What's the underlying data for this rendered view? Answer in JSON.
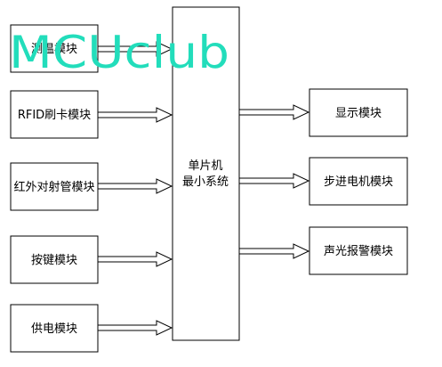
{
  "diagram": {
    "inputs": [
      {
        "label": "测温模块"
      },
      {
        "label": "RFID刷卡模块"
      },
      {
        "label": "红外对射管模块"
      },
      {
        "label": "按键模块"
      },
      {
        "label": "供电模块"
      }
    ],
    "center": {
      "line1": "单片机",
      "line2": "最小系统"
    },
    "outputs": [
      {
        "label": "显示模块"
      },
      {
        "label": "步进电机模块"
      },
      {
        "label": "声光报警模块"
      }
    ]
  },
  "watermark": {
    "text": "MCUclub",
    "color": "#22ddbb"
  }
}
